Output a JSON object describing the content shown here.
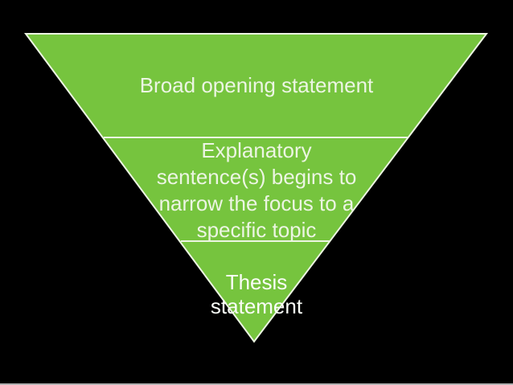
{
  "slide": {
    "background_color": "#000000",
    "bottom_edge_line_color": "#b3b3b3"
  },
  "pyramid": {
    "type": "inverted-pyramid",
    "fill_color": "#76c43e",
    "outline_color": "#ecf5e2",
    "text_color": "#ecf5e3",
    "sections": [
      {
        "label": "Broad opening statement"
      },
      {
        "label": "Explanatory\nsentence(s) begins to\nnarrow the focus to a\nspecific topic"
      },
      {
        "label": "Thesis\nstatement"
      }
    ]
  }
}
